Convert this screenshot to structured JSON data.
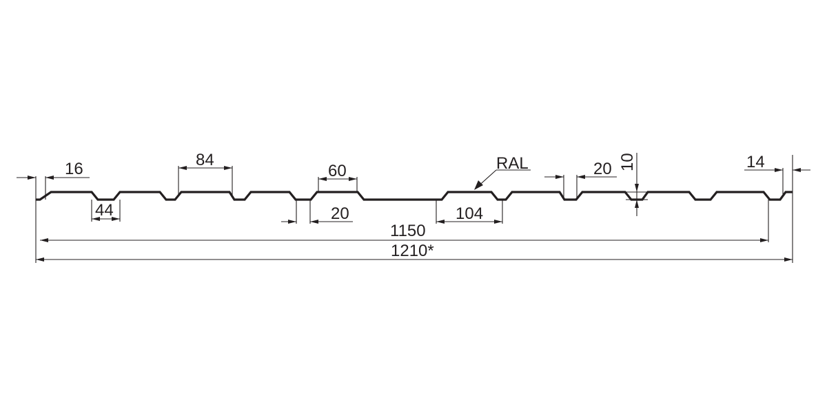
{
  "drawing": {
    "labels": {
      "edge_left": "16",
      "bottom_width": "44",
      "top_flat": "84",
      "top_width": "60",
      "valley_width": "20",
      "rib_pitch": "104",
      "coating": "RAL",
      "overlap_rib": "20",
      "height": "10",
      "edge_right": "14",
      "effective_width": "1150",
      "total_width": "1210*"
    },
    "colors": {
      "ink": "#231f20",
      "background": "#ffffff"
    }
  }
}
